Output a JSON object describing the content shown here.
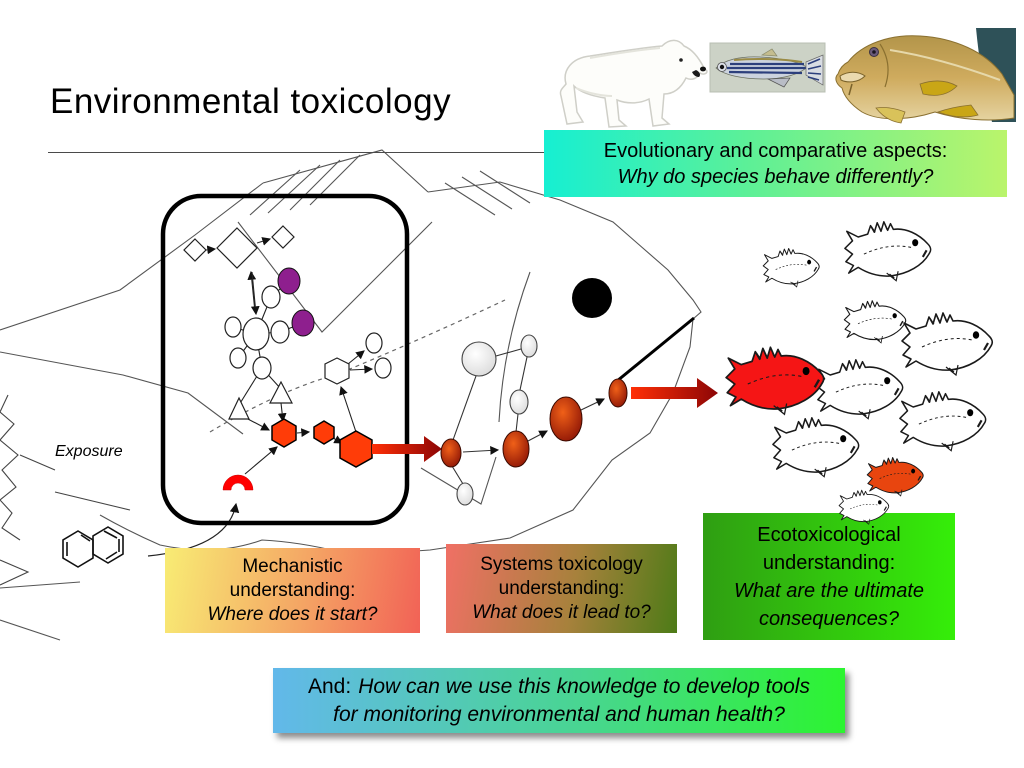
{
  "slide": {
    "title": "Environmental toxicology",
    "exposure_label": "Exposure"
  },
  "callouts": {
    "evolutionary": {
      "lead": "Evolutionary and comparative aspects:",
      "question": "Why do species behave differently?"
    },
    "mechanistic": {
      "lead1": "Mechanistic",
      "lead2": "understanding:",
      "question": "Where does it start?"
    },
    "systems": {
      "lead1": "Systems toxicology",
      "lead2": "understanding:",
      "question": "What does it lead to?"
    },
    "ecotox": {
      "lead1": "Ecotoxicological",
      "lead2": "understanding:",
      "question1": "What are the ultimate",
      "question2": "consequences?"
    },
    "and": {
      "prefix": "And:",
      "question1": "How can we use this knowledge to develop tools",
      "question2": "for monitoring environmental and human health?"
    }
  },
  "icons": {
    "animals": [
      "polar-bear-image",
      "zebrafish-image",
      "cod-image"
    ],
    "diagram": [
      "big-fish-outline",
      "aop-network",
      "fish-school",
      "naphthalene-molecule",
      "exposure-burst"
    ]
  },
  "colors": {
    "evolutionary_gradient": [
      "#16efd2",
      "#baf46b"
    ],
    "mechanistic_gradient": [
      "#f8ec74",
      "#f26256"
    ],
    "systems_gradient": [
      "#f07065",
      "#4d7b17"
    ],
    "ecotox_gradient": [
      "#2f9e12",
      "#35ee09"
    ],
    "and_gradient": [
      "#62b8ea",
      "#2cf430"
    ],
    "arrow_red_bright": "#ff2f06",
    "arrow_red_dark": "#8c0606",
    "node_purple": "#8e1f8e",
    "node_orange": "#ff3c08",
    "arc_red": "#ff0000",
    "red_fish": "#f51515",
    "orange_fish": "#e8450f"
  }
}
